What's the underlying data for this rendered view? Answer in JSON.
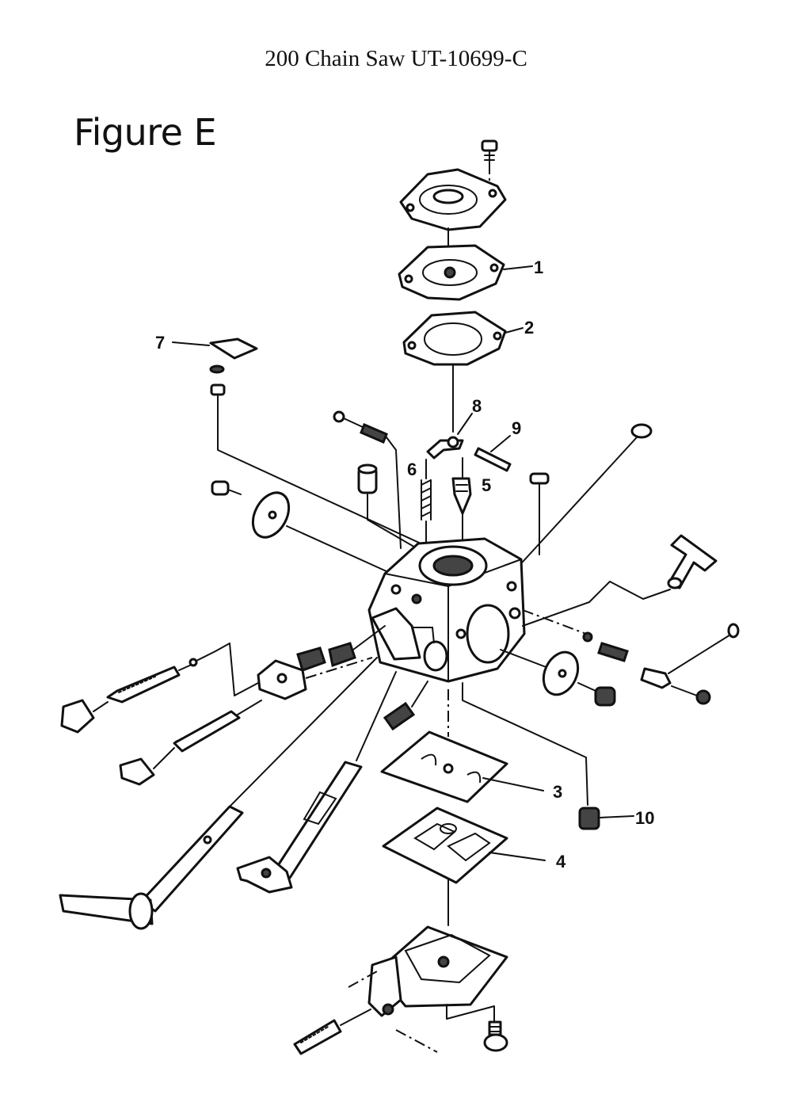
{
  "header": {
    "title": "200 Chain Saw UT-10699-C"
  },
  "figure": {
    "label": "Figure E",
    "callouts": [
      {
        "id": "1",
        "text": "1"
      },
      {
        "id": "2",
        "text": "2"
      },
      {
        "id": "3",
        "text": "3"
      },
      {
        "id": "4",
        "text": "4"
      },
      {
        "id": "5",
        "text": "5"
      },
      {
        "id": "6",
        "text": "6"
      },
      {
        "id": "7",
        "text": "7"
      },
      {
        "id": "8",
        "text": "8"
      },
      {
        "id": "9",
        "text": "9"
      },
      {
        "id": "10",
        "text": "10"
      }
    ]
  }
}
